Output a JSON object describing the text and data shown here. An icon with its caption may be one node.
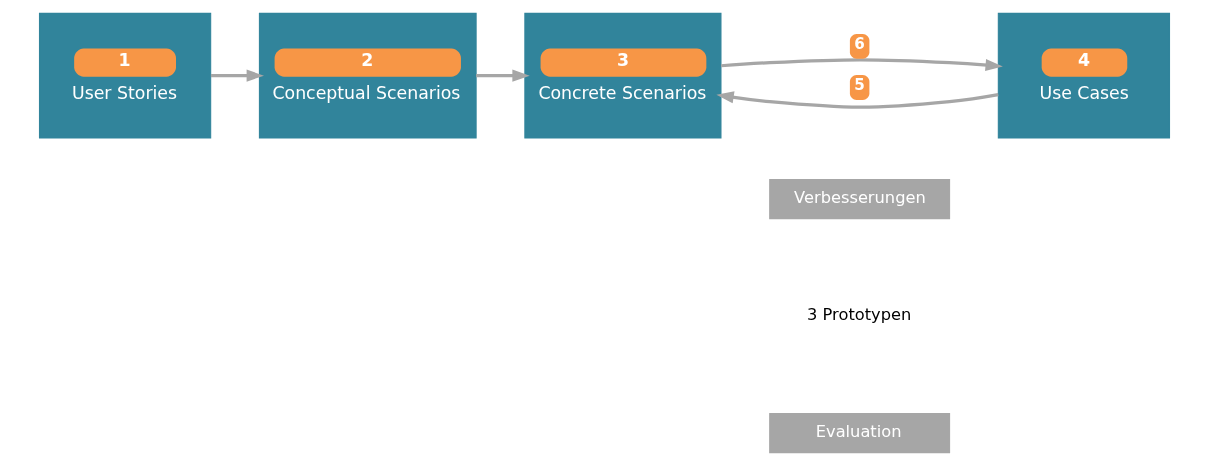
{
  "diagram": {
    "nodes": [
      {
        "text": [
          "1",
          "User Stories"
        ]
      },
      {
        "text": [
          "2",
          "Conceptual Scenarios"
        ]
      },
      {
        "text": [
          "3",
          "Concrete Scenarios"
        ]
      },
      {
        "text": [
          "4",
          "Use Cases"
        ]
      },
      {
        "text": [
          "Verbesserungen"
        ]
      },
      {
        "text": [
          "Evaluation"
        ]
      }
    ],
    "edges": [
      {
        "from": 0,
        "to": 1,
        "arrow": "to"
      },
      {
        "from": 1,
        "to": 2,
        "arrow": "to"
      },
      {
        "from": 2,
        "to": 3,
        "label": "6",
        "arrow": "to"
      },
      {
        "from": 3,
        "to": 2,
        "label": "5",
        "arrow": "to"
      }
    ],
    "labels": [
      "3 Prototypen"
    ]
  }
}
